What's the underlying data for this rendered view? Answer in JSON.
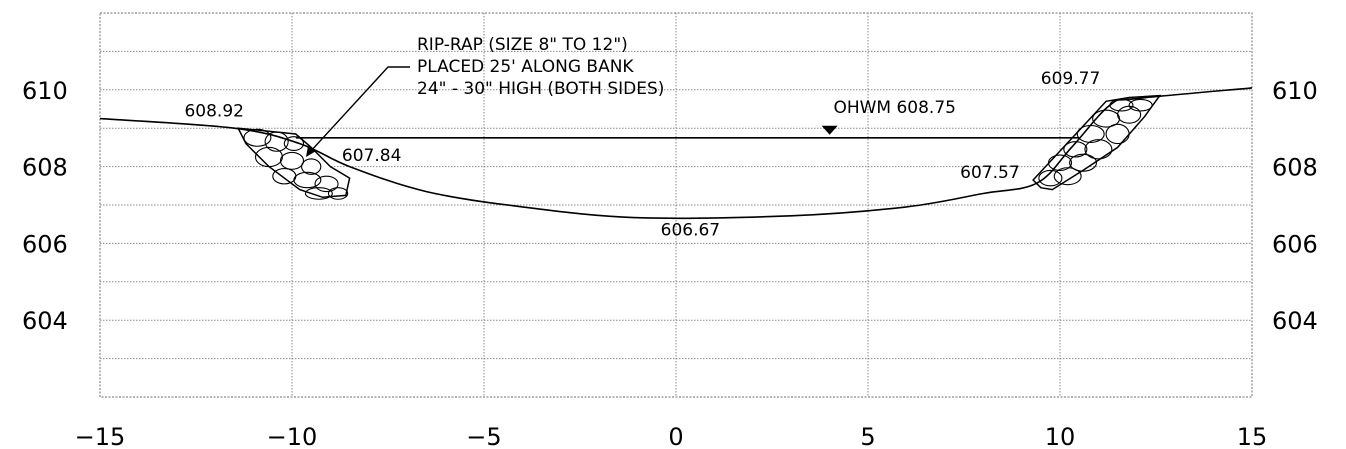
{
  "chart_data": {
    "type": "line",
    "xlim": [
      -15,
      15
    ],
    "ylim": [
      602,
      612
    ],
    "x_ticks": [
      "−15",
      "−10",
      "−5",
      "0",
      "5",
      "10",
      "15"
    ],
    "y_ticks": [
      "610",
      "608",
      "606",
      "604"
    ],
    "grid": true,
    "series": [
      {
        "points": [
          {
            "x": -15,
            "y": 609.25
          },
          {
            "x": -11.5,
            "y": 609.0
          },
          {
            "x": -9.8,
            "y": 608.6
          },
          {
            "x": -8.5,
            "y": 608.0
          },
          {
            "x": -6.5,
            "y": 607.35
          },
          {
            "x": -4.0,
            "y": 606.95
          },
          {
            "x": -1.0,
            "y": 606.67
          },
          {
            "x": 3.0,
            "y": 606.72
          },
          {
            "x": 6.0,
            "y": 606.95
          },
          {
            "x": 8.0,
            "y": 607.3
          },
          {
            "x": 9.4,
            "y": 607.57
          },
          {
            "x": 10.3,
            "y": 608.5
          },
          {
            "x": 11.3,
            "y": 609.6
          },
          {
            "x": 12.0,
            "y": 609.77
          },
          {
            "x": 15,
            "y": 610.05
          }
        ]
      }
    ],
    "water_level": {
      "x0": -9.9,
      "x1": 10.5,
      "y": 608.75
    },
    "annotations": [
      {
        "text": "608.92",
        "x": -12.8,
        "y": 609.3
      },
      {
        "text": "607.84",
        "x": -8.7,
        "y": 608.15
      },
      {
        "text": "606.67",
        "x": -0.4,
        "y": 606.2
      },
      {
        "text": "OHWM 608.75",
        "x": 4.1,
        "y": 609.4
      },
      {
        "text": "607.57",
        "x": 7.4,
        "y": 607.7
      },
      {
        "text": "609.77",
        "x": 9.5,
        "y": 610.15
      }
    ],
    "note": {
      "lines": [
        "RIP-RAP (SIZE 8\" TO 12\")",
        "PLACED  25' ALONG BANK",
        "24\" - 30\" HIGH (BOTH SIDES)"
      ]
    }
  }
}
